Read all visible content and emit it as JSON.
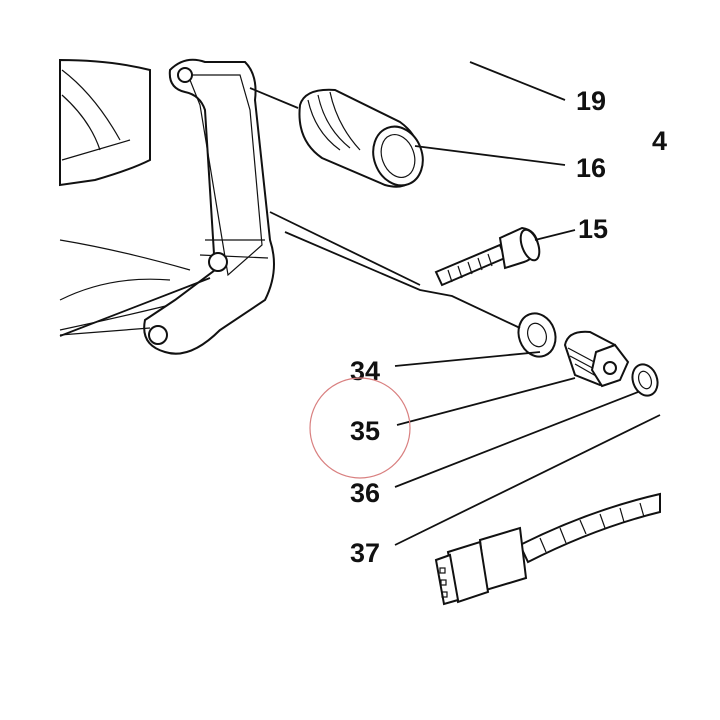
{
  "callouts": {
    "c19": "19",
    "c16": "16",
    "c15": "15",
    "c34": "34",
    "c35": "35",
    "c36": "36",
    "c37": "37",
    "edge": "4"
  },
  "highlight": {
    "target": "35",
    "color": "#d98080"
  }
}
